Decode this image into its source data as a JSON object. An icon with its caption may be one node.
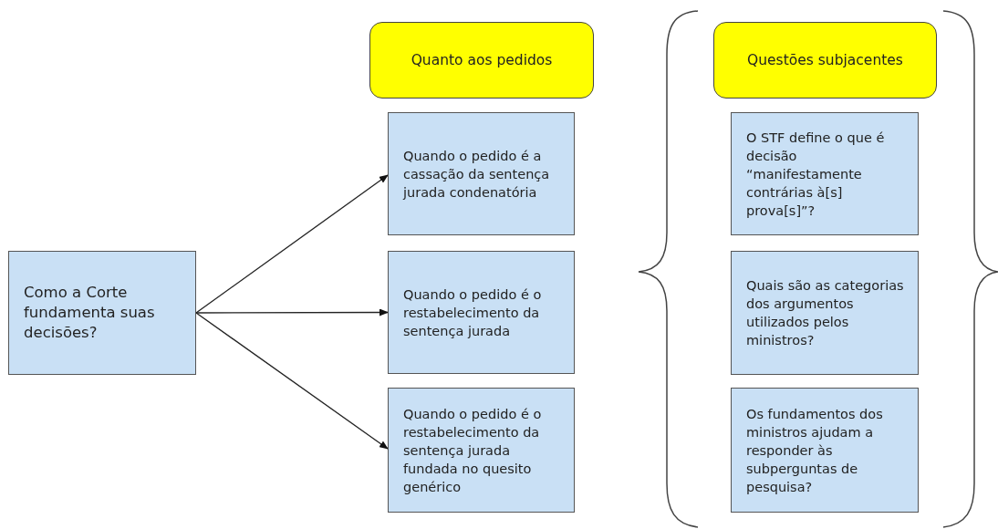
{
  "diagram": {
    "nodes": [
      {
        "text": [
          "Como a Corte fundamenta suas decisões?"
        ]
      },
      {
        "text": [
          "Quanto aos pedidos"
        ]
      },
      {
        "text": [
          "Quando o pedido é a cassação da sentença jurada condenatória"
        ]
      },
      {
        "text": [
          "Quando o pedido é o restabelecimento da sentença jurada"
        ]
      },
      {
        "text": [
          "Quando o pedido é o restabelecimento da sentença jurada fundada no quesito genérico"
        ]
      },
      {
        "text": [
          "Questões subjacentes"
        ]
      },
      {
        "text": [
          "O STF define o que é decisão “manifestamente contrárias à[s] prova[s]”?"
        ]
      },
      {
        "text": [
          "Quais são as categorias dos argumentos utilizados pelos ministros?"
        ]
      },
      {
        "text": [
          "Os fundamentos dos ministros ajudam a responder às subperguntas de pesquisa?"
        ]
      }
    ],
    "edges": [
      {
        "from": 0,
        "to": 2,
        "arrow": "to"
      },
      {
        "from": 0,
        "to": 3,
        "arrow": "to"
      },
      {
        "from": 0,
        "to": 4,
        "arrow": "to"
      }
    ]
  }
}
